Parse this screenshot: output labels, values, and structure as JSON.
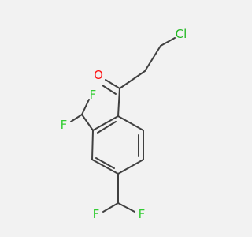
{
  "colors": {
    "background": "#f2f2f2",
    "bond": "#404040",
    "carbon": "#404040",
    "oxygen": "#ff0d0d",
    "fluorine": "#33cc33",
    "chlorine": "#1fb81f"
  },
  "atoms": {
    "cl": {
      "label": "Cl",
      "element": "chlorine"
    },
    "o": {
      "label": "O",
      "element": "oxygen"
    },
    "f1": {
      "label": "F",
      "element": "fluorine"
    },
    "f2": {
      "label": "F",
      "element": "fluorine"
    },
    "f3": {
      "label": "F",
      "element": "fluorine"
    },
    "f4": {
      "label": "F",
      "element": "fluorine"
    }
  }
}
